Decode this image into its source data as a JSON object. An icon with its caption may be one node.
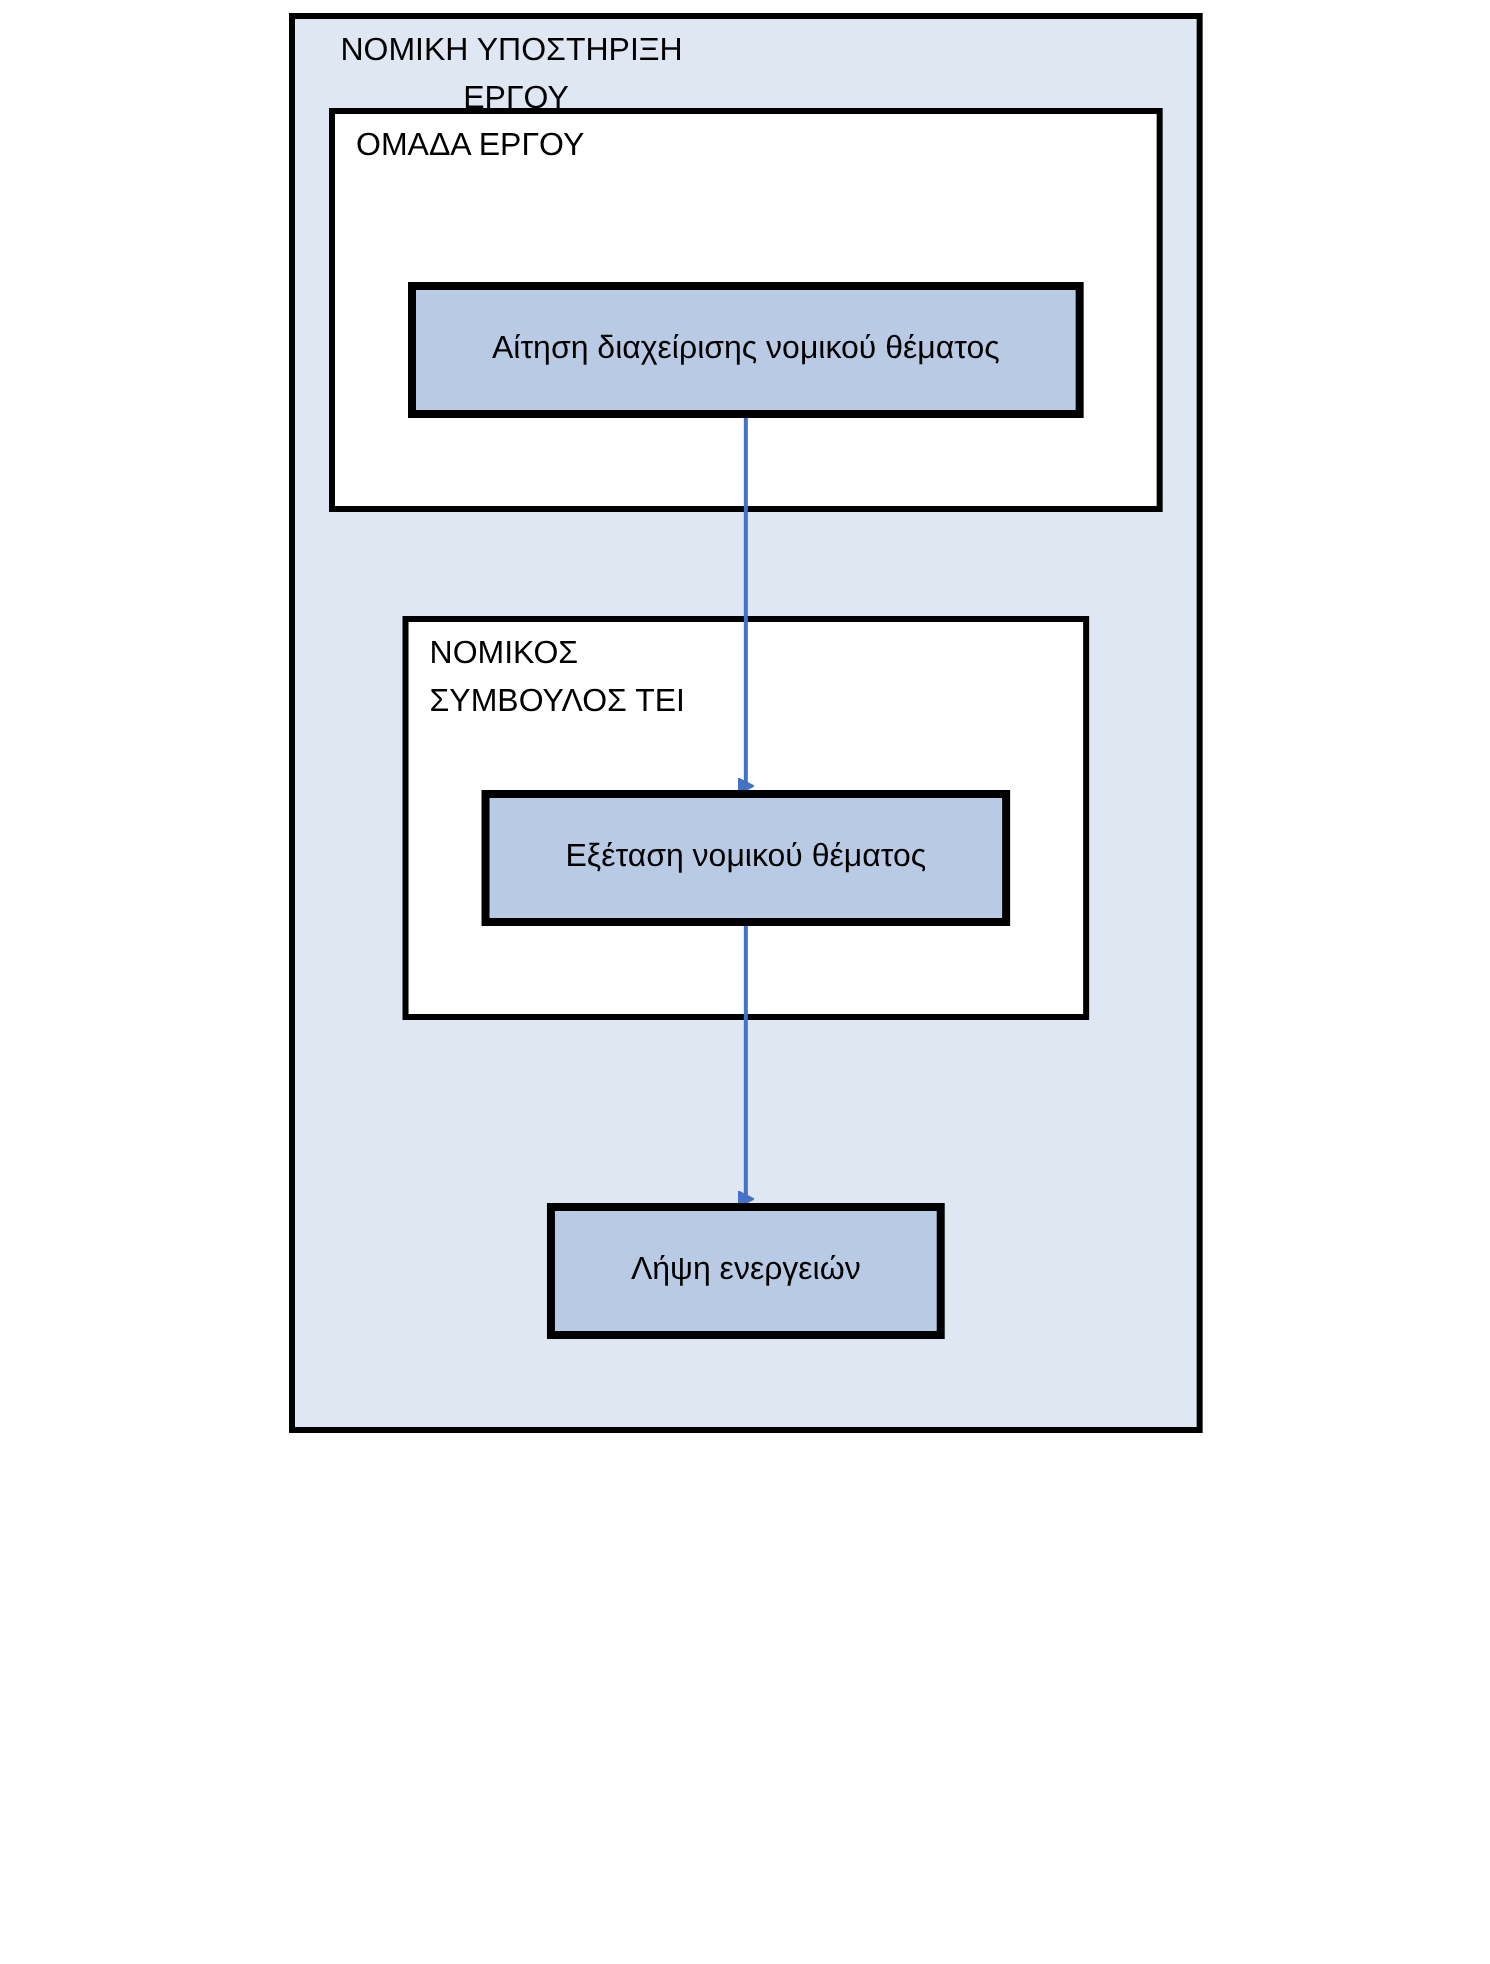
{
  "diagram": {
    "nodes": [
      {
        "text": [
          "ΝΟΜΙΚΗ ΥΠΟΣΤΗΡΙΞΗ ΕΡΓΟΥ"
        ]
      },
      {
        "text": [
          "ΟΜΑΔΑ ΕΡΓΟΥ"
        ],
        "in": 0
      },
      {
        "text": [
          "ΝΟΜΙΚΟΣ ΣΥΜΒΟΥΛΟΣ ΤΕΙ"
        ],
        "in": 0
      },
      {
        "text": [
          "Αίτηση διαχείρισης νομικού θέματος"
        ],
        "in": 1
      },
      {
        "text": [
          "Εξέταση νομικού θέματος"
        ],
        "in": 2
      },
      {
        "text": [
          "Λήψη ενεργειών"
        ],
        "in": 0
      }
    ],
    "edges": [
      {
        "from": 3,
        "to": 4,
        "arrow": "to"
      },
      {
        "from": 4,
        "to": 5,
        "arrow": "to"
      }
    ]
  }
}
